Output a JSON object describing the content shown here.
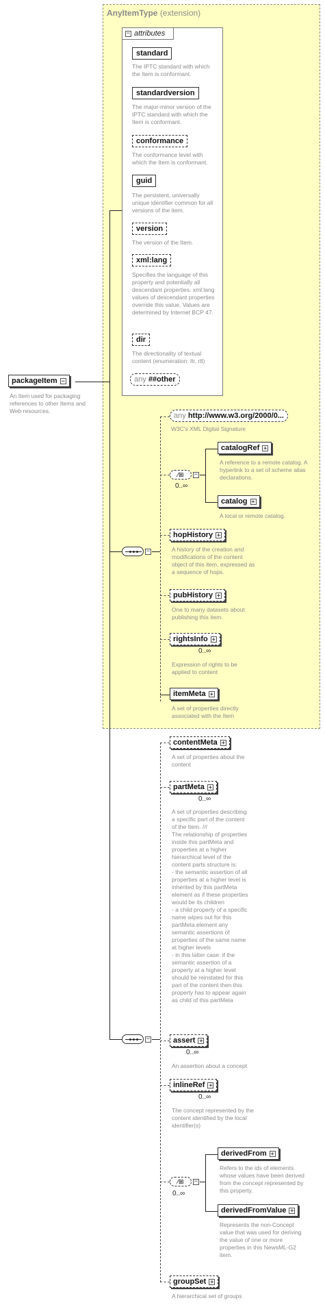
{
  "extension": {
    "type_name": "AnyItemType",
    "suffix": "(extension)"
  },
  "attributes": {
    "title": "attributes",
    "items": [
      {
        "name": "standard",
        "desc": "The IPTC standard with which the Item is conformant."
      },
      {
        "name": "standardversion",
        "desc": "The major-minor version of the IPTC standard with which the Item is conformant."
      },
      {
        "name": "conformance",
        "desc": "The conformance level with which the Item is conformant."
      },
      {
        "name": "guid",
        "desc": "The persistent, universally unique identifier common for all versions of the item."
      },
      {
        "name": "version",
        "desc": "The version of the Item."
      },
      {
        "name": "xml:lang",
        "desc": "Specifies the language of this property and potentially all descendant properties. xml:lang values of descendant properties override this value. Values are determined by Internet BCP 47."
      },
      {
        "name": "dir",
        "desc": "The directionality of textual content (enumeration: ltr, rtl)"
      }
    ],
    "any_label": "any",
    "any_value": "##other"
  },
  "root": {
    "name": "packageItem",
    "desc": "An Item used for packaging references to other Items and Web resources."
  },
  "ext_children": {
    "any_label": "any",
    "any_ns": "http://www.w3.org/2000/0...",
    "any_desc": "W3C's XML Digital Signature",
    "choice_occ": "0..∞",
    "catalogRef": {
      "name": "catalogRef",
      "desc": "A reference to a remote catalog. A hyperlink to a set of scheme alias declarations."
    },
    "catalog": {
      "name": "catalog",
      "desc": "A local or remote catalog."
    },
    "hopHistory": {
      "name": "hopHistory",
      "desc": "A history of the creation and modifications of the content object of this item, expressed as a sequence of hops."
    },
    "pubHistory": {
      "name": "pubHistory",
      "desc": "One to many datasets about publishing this item."
    },
    "rightsInfo": {
      "name": "rightsInfo",
      "occ": "0..∞",
      "desc": "Expression of rights to be applied to content"
    },
    "itemMeta": {
      "name": "itemMeta",
      "desc": "A set of properties directly associated with the Item"
    }
  },
  "own_children": {
    "contentMeta": {
      "name": "contentMeta",
      "desc": "A set of properties about the content"
    },
    "partMeta": {
      "name": "partMeta",
      "occ": "0..∞",
      "desc_lines": [
        "A set of properties describing",
        "a specific part of the content",
        "of the Item. ///",
        "The relationship of properties",
        "inside this partMeta and",
        "properties at a higher",
        "hierarchical level of the",
        "content parts structure is:",
        "- the semantic assertion of all",
        "properties at a higher level is",
        "inherited by this partMeta",
        "element as if these properties",
        "would be its children",
        "- a child property of a specific",
        "name wipes out for this",
        "partMeta element any",
        "semantic assertions of",
        "properties of the same name",
        "at higher levels",
        "- in this latter case: if the",
        "semantic assertion of a",
        "property at a higher level",
        "should be reinstated for this",
        "part of the content then this",
        "property has to appear again",
        "as child of this partMeta"
      ]
    },
    "assert": {
      "name": "assert",
      "occ": "0..∞",
      "desc": "An assertion about a concept"
    },
    "inlineRef": {
      "name": "inlineRef",
      "occ": "0..∞",
      "desc": "The concept represented by the content identified by the local identifier(s)"
    },
    "choice_occ": "0..∞",
    "derivedFrom": {
      "name": "derivedFrom",
      "desc": "Refers to the ids of elements whose values have been derived from the concept represented by this property."
    },
    "derivedFromValue": {
      "name": "derivedFromValue",
      "desc": "Represents the non-Concept value that was used for deriving the value of one or more properties in this NewsML-G2 item."
    },
    "groupSet": {
      "name": "groupSet",
      "desc": "A hierarchical set of groups"
    }
  }
}
